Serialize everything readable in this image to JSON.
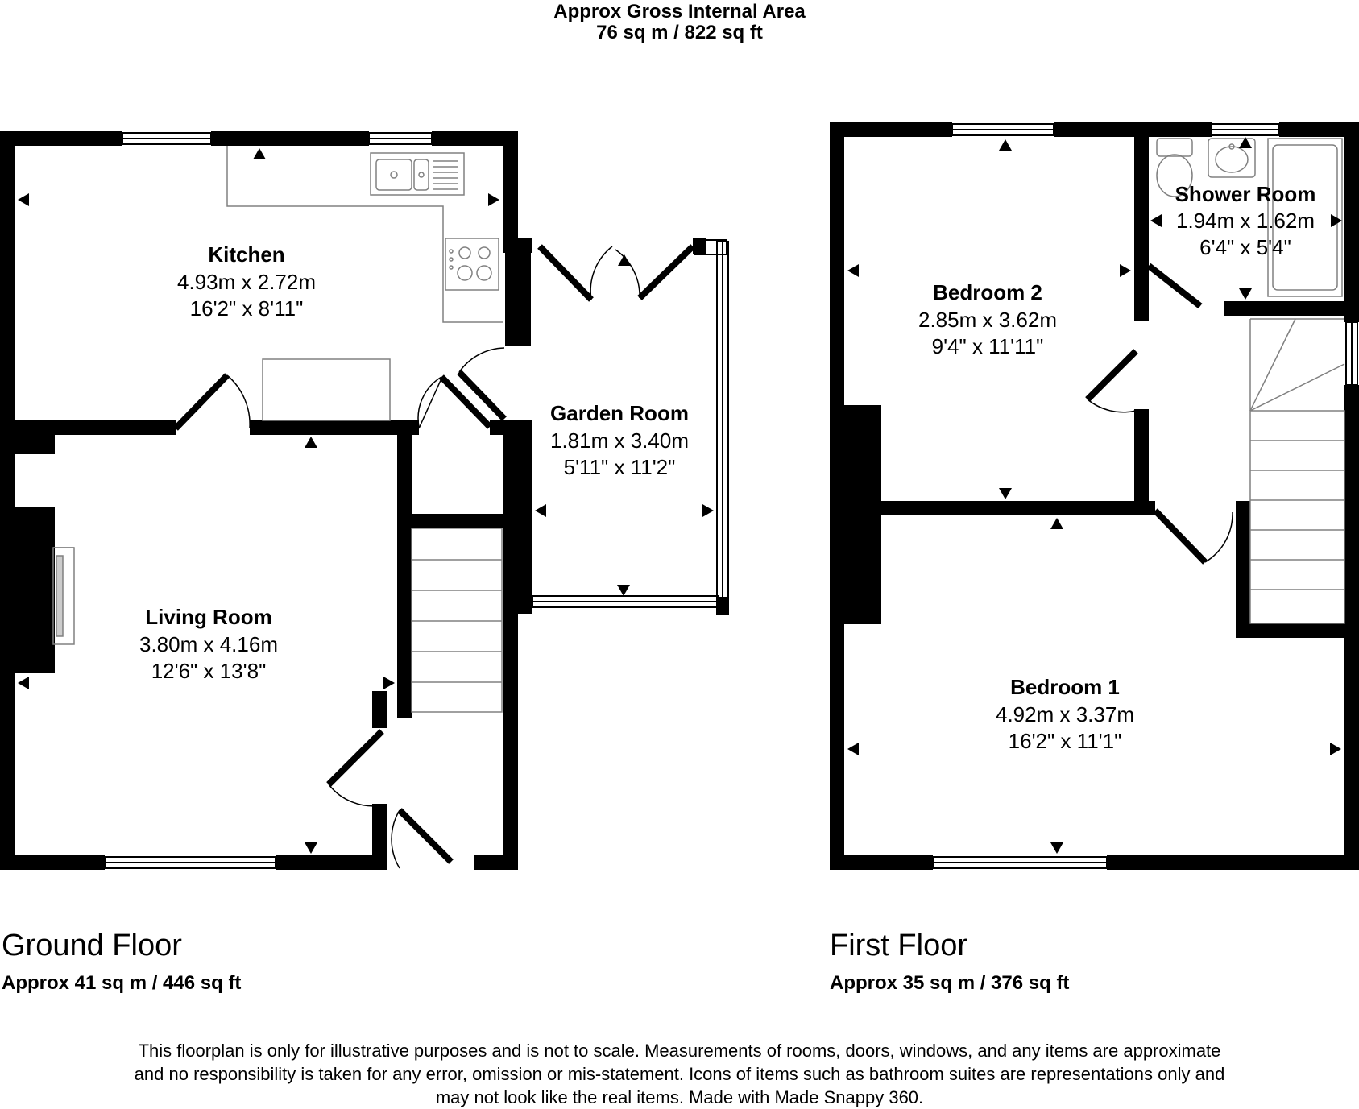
{
  "header": {
    "line1": "Approx Gross Internal Area",
    "line2": "76 sq m / 822 sq ft"
  },
  "floors": {
    "ground": {
      "title": "Ground Floor",
      "area": "Approx 41 sq m / 446 sq ft"
    },
    "first": {
      "title": "First Floor",
      "area": "Approx 35 sq m / 376 sq ft"
    }
  },
  "rooms": {
    "kitchen": {
      "name": "Kitchen",
      "metric": "4.93m x 2.72m",
      "imperial": "16'2\" x 8'11\""
    },
    "garden_room": {
      "name": "Garden Room",
      "metric": "1.81m x 3.40m",
      "imperial": "5'11\" x 11'2\""
    },
    "living_room": {
      "name": "Living Room",
      "metric": "3.80m x 4.16m",
      "imperial": "12'6\" x 13'8\""
    },
    "bedroom2": {
      "name": "Bedroom 2",
      "metric": "2.85m x 3.62m",
      "imperial": "9'4\" x 11'11\""
    },
    "shower_room": {
      "name": "Shower Room",
      "metric": "1.94m x 1.62m",
      "imperial": "6'4\" x 5'4\""
    },
    "bedroom1": {
      "name": "Bedroom 1",
      "metric": "4.92m x 3.37m",
      "imperial": "16'2\" x 11'1\""
    }
  },
  "disclaimer": {
    "line1": "This floorplan is only for illustrative purposes and is not to scale. Measurements of rooms, doors, windows, and any items are approximate",
    "line2": "and no responsibility is taken for any error, omission or mis-statement. Icons of items such as bathroom suites are representations only and",
    "line3": "may not look like the real items. Made with Made Snappy 360."
  },
  "colors": {
    "wall": "#000000",
    "fixture": "#808080",
    "background": "#ffffff"
  }
}
